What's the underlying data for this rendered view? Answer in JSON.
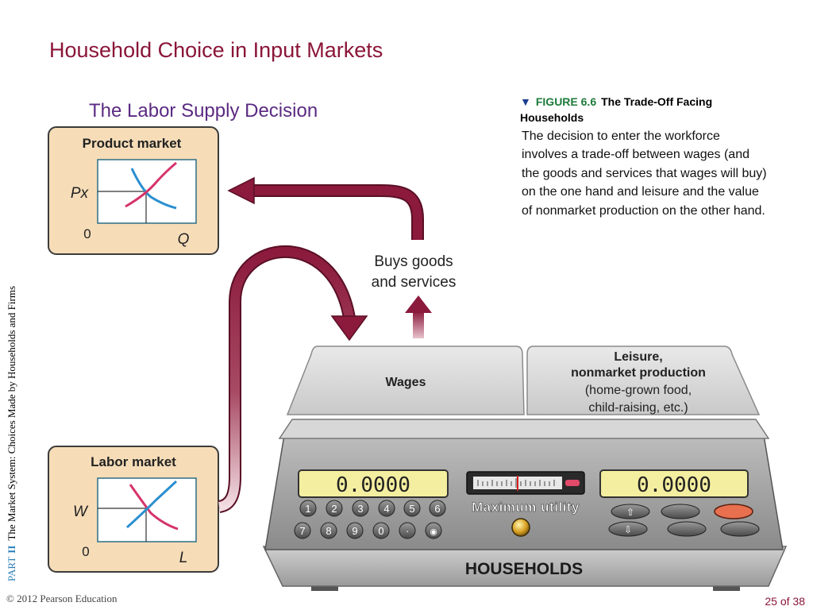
{
  "slide": {
    "title": "Household Choice in Input Markets",
    "subtitle": "The Labor Supply Decision",
    "side_label_part": "PART",
    "side_label_numeral": "II",
    "side_label_text": "The Market System: Choices Made by Households and Firms",
    "footer": "© 2012 Pearson Education",
    "page": "25 of 38"
  },
  "figure": {
    "marker": "▼",
    "number": "FIGURE 6.6",
    "title": "The Trade-Off Facing Households",
    "caption": "The decision to enter the workforce involves a trade-off between wages (and the goods and services that wages will buy) on the one hand and leisure and the value of nonmarket production on the other hand."
  },
  "product_market": {
    "title": "Product market",
    "y_label": "Px",
    "origin": "0",
    "x_label": "Q"
  },
  "labor_market": {
    "title": "Labor market",
    "y_label": "W",
    "origin": "0",
    "x_label": "L"
  },
  "flow": {
    "buys_line1": "Buys goods",
    "buys_line2": "and services"
  },
  "scale": {
    "left_pan": "Wages",
    "right_pan_line1": "Leisure,",
    "right_pan_line2": "nonmarket production",
    "right_pan_line3": "(home-grown food,",
    "right_pan_line4": "child-raising, etc.)",
    "left_display": "0.0000",
    "right_display": "0.0000",
    "tagline": "Maximum utility",
    "keypad": [
      "1",
      "2",
      "3",
      "4",
      "5",
      "6",
      "7",
      "8",
      "9",
      "0",
      "·",
      "◉"
    ],
    "up_key": "⇧",
    "down_key": "⇩",
    "base_label": "HOUSEHOLDS"
  },
  "colors": {
    "title": "#8a1538",
    "subtitle": "#5b2a82",
    "arrow": "#8b1a3c",
    "panel_fill": "#f6ddb8",
    "demand_curve": "#2a8fd0",
    "supply_curve": "#d6336b",
    "display_fill": "#f4eea0"
  }
}
